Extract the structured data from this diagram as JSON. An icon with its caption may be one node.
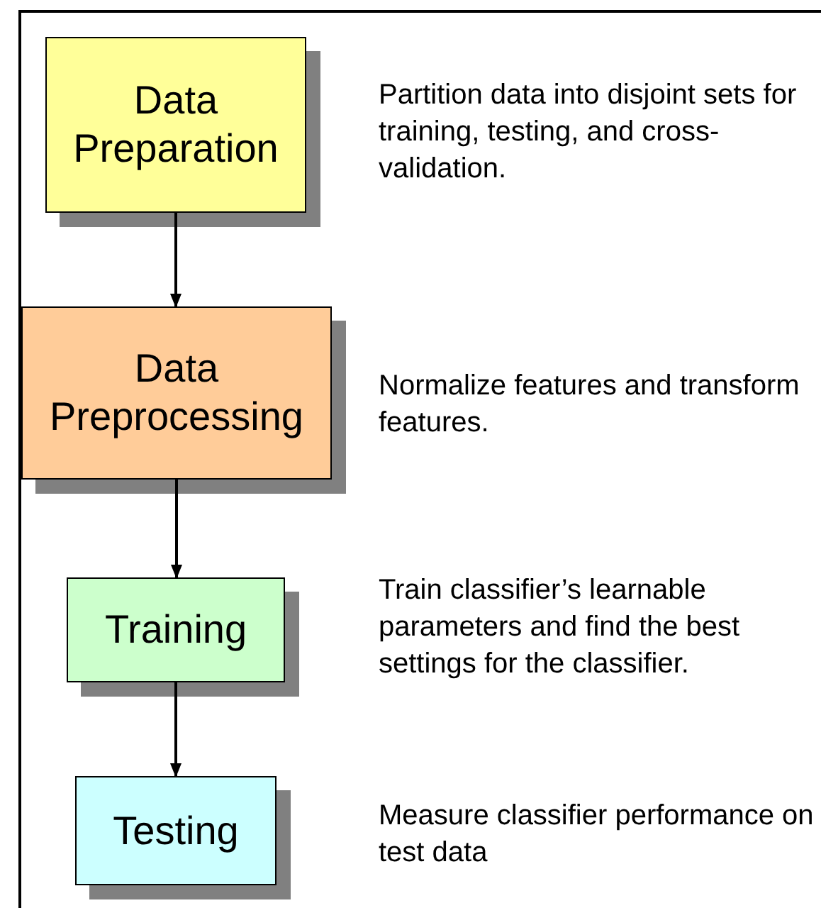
{
  "diagram": {
    "nodes": [
      {
        "text": [
          "Data Preparation"
        ],
        "beside": [
          "Partition data into disjoint sets for training, testing, and cross-validation."
        ]
      },
      {
        "text": [
          "Data Preprocessing"
        ],
        "beside": [
          "Normalize features and transform features."
        ]
      },
      {
        "text": [
          "Training"
        ],
        "beside": [
          "Train classifier’s learnable parameters and find the best settings for the classifier."
        ]
      },
      {
        "text": [
          "Testing"
        ],
        "beside": [
          "Measure classifier performance on test data"
        ]
      }
    ],
    "edges": [
      {
        "from": 0,
        "to": 1,
        "arrow": "to"
      },
      {
        "from": 1,
        "to": 2,
        "arrow": "to"
      },
      {
        "from": 2,
        "to": 3,
        "arrow": "to"
      }
    ]
  }
}
